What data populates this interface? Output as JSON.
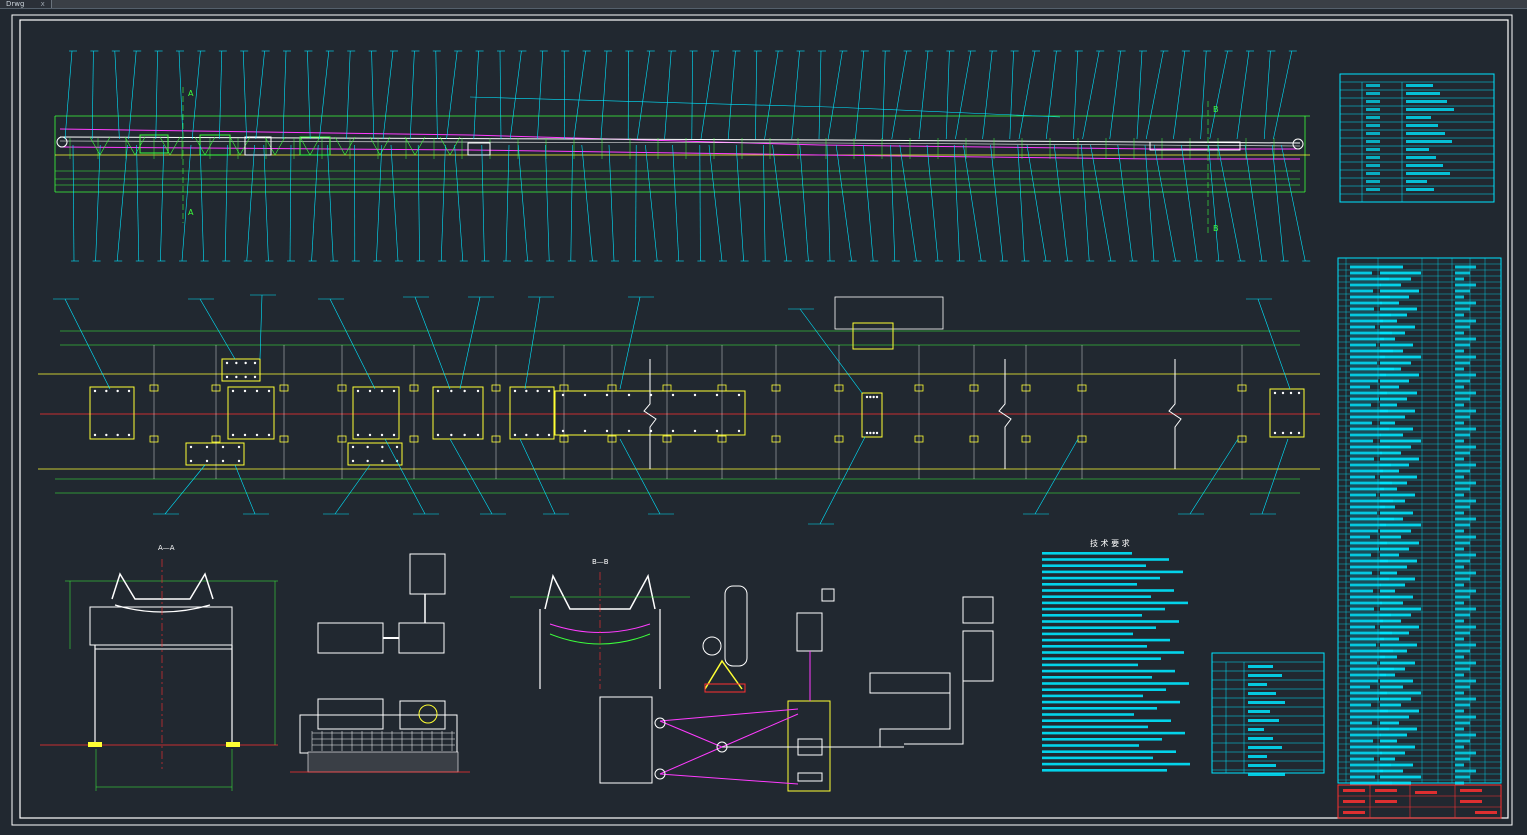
{
  "app": {
    "tab_label": "Drwg",
    "tab_close": "x"
  },
  "colors": {
    "background": "#212830",
    "frame": "#ffffff",
    "leader": "#00e5ff",
    "green": "#3cff3c",
    "magenta": "#ff3cff",
    "yellow": "#ffff33",
    "red": "#ff3030"
  },
  "drawing": {
    "section_labels": {
      "a_top": "A",
      "a_bottom": "A",
      "b_top": "B",
      "b_bottom": "B"
    },
    "notes_title": "技 术 要 求",
    "view_label_left": "A—A",
    "view_label_mid": "B—B"
  }
}
